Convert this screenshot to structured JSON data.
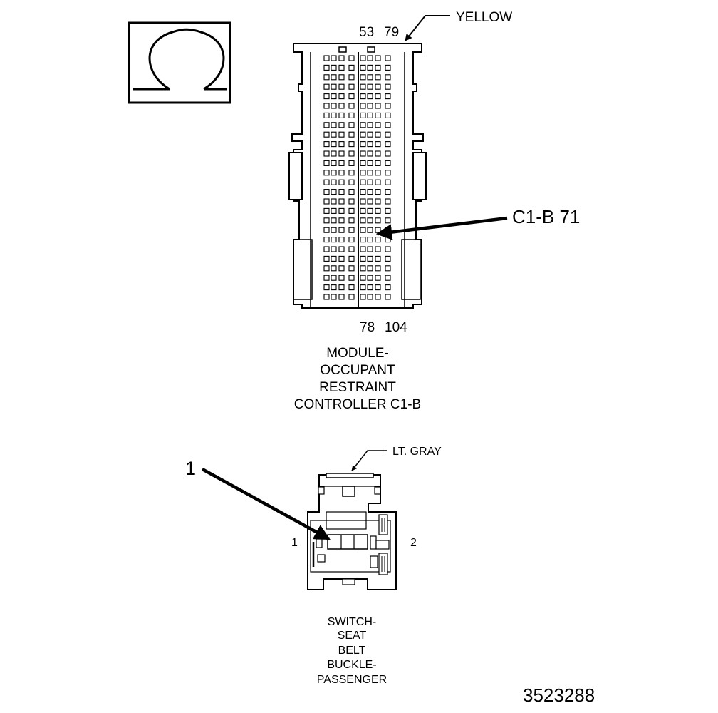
{
  "figure_id": "3523288",
  "ohm_symbol": {
    "icon": "ohm-symbol-icon"
  },
  "connector_c1b": {
    "top_pin_labels": [
      "53",
      "79"
    ],
    "bottom_pin_labels": [
      "78",
      "104"
    ],
    "color_label": "YELLOW",
    "callout_label": "C1-B 71",
    "title_lines": [
      "MODULE-",
      "OCCUPANT",
      "RESTRAINT",
      "CONTROLLER C1-B"
    ]
  },
  "connector_switch": {
    "color_label": "LT. GRAY",
    "callout_label": "1",
    "pin_labels": [
      "1",
      "2"
    ],
    "title_lines": [
      "SWITCH-",
      "SEAT",
      "BELT",
      "BUCKLE-",
      "PASSENGER"
    ]
  }
}
